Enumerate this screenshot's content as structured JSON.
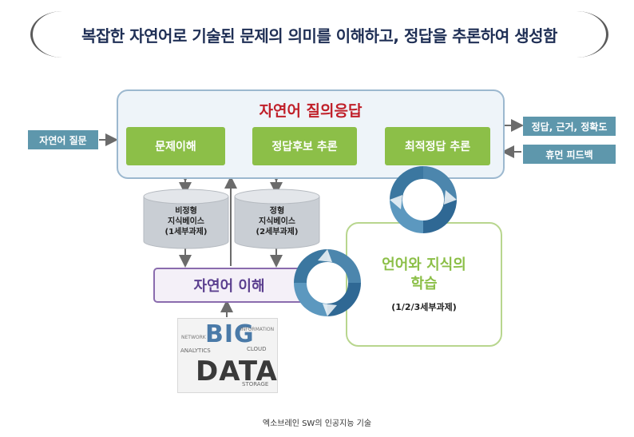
{
  "title": "복잡한 자연어로 기술된 문제의 의미를 이해하고, 정답을 추론하여 생성함",
  "qa_title": "자연어 질의응답",
  "steps": [
    "문제이해",
    "정답후보 추론",
    "최적정답 추론"
  ],
  "input_label": "자연어 질문",
  "outputs": [
    "정답, 근거, 정확도",
    "휴먼 피드백"
  ],
  "kb_unstructured": [
    "비정형",
    "지식베이스",
    "(1세부과제)"
  ],
  "kb_structured": [
    "정형",
    "지식베이스",
    "(2세부과제)"
  ],
  "language_understanding": "자연어 이해",
  "learning": {
    "title_line1": "언어와 지식의",
    "title_line2": "학습",
    "subtitle": "(1/2/3세부과제)"
  },
  "bigdata": {
    "big": "BIG",
    "data": "DATA",
    "words": [
      "ANALYTICS",
      "STORAGE",
      "INFORMATION",
      "NETWORK",
      "CLOUD"
    ]
  },
  "caption": "엑소브레인 SW의 인공지능 기술",
  "colors": {
    "title": "#1f2f55",
    "qa_title": "#c0202a",
    "step": "#8cbf48",
    "tag": "#5e97ac",
    "lang": "#5b3f8f"
  }
}
